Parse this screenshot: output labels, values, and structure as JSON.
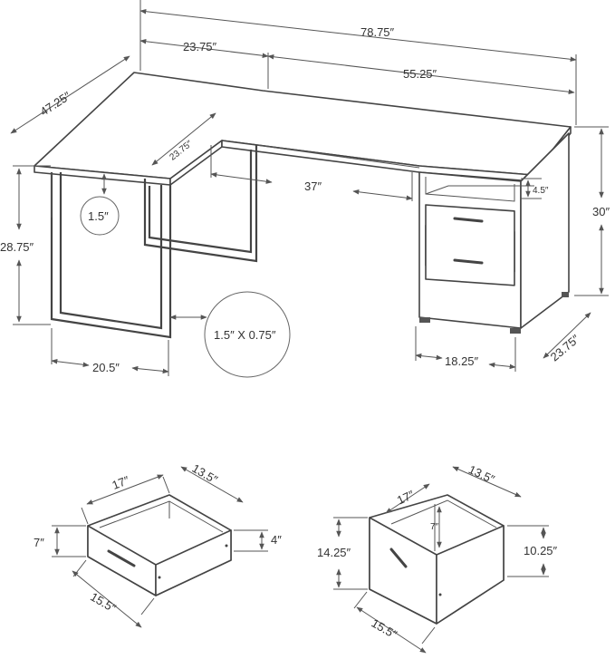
{
  "desk": {
    "overall_width": "78.75″",
    "return_width": "23.75″",
    "main_width": "55.25″",
    "return_length": "47.25″",
    "return_depth": "23.75″",
    "knee_width": "37″",
    "leg_height": "28.75″",
    "top_thickness": "1.5″",
    "leg_tube": "1.5″ X 0.75″",
    "leg_width": "20.5″",
    "shelf_height": "4.5″",
    "desk_height": "30″",
    "cabinet_width": "18.25″",
    "desk_depth": "23.75″"
  },
  "small_drawer": {
    "width": "17″",
    "depth": "13.5″",
    "front_height": "7″",
    "inside_height": "4″",
    "front_width": "15.5″"
  },
  "file_drawer": {
    "width": "17″",
    "depth": "13.5″",
    "inside_height": "7″",
    "front_height": "14.25″",
    "box_height": "10.25″",
    "front_width": "15.5″"
  },
  "colors": {
    "line": "#444444",
    "text": "#333333",
    "background": "#ffffff"
  }
}
